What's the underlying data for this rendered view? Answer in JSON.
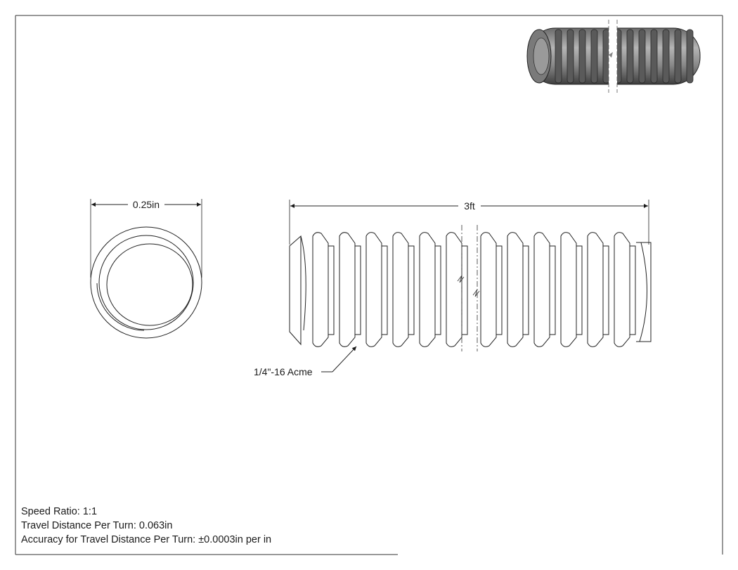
{
  "drawing": {
    "diameter_label": "0.25in",
    "length_label": "3ft",
    "thread_callout": "1/4\"-16 Acme"
  },
  "notes": [
    "Speed Ratio: 1:1",
    "Travel Distance Per Turn: 0.063in",
    "Accuracy for Travel Distance Per Turn: ±0.0003in per in"
  ],
  "icons": [
    "threaded-rod-render-icon"
  ]
}
